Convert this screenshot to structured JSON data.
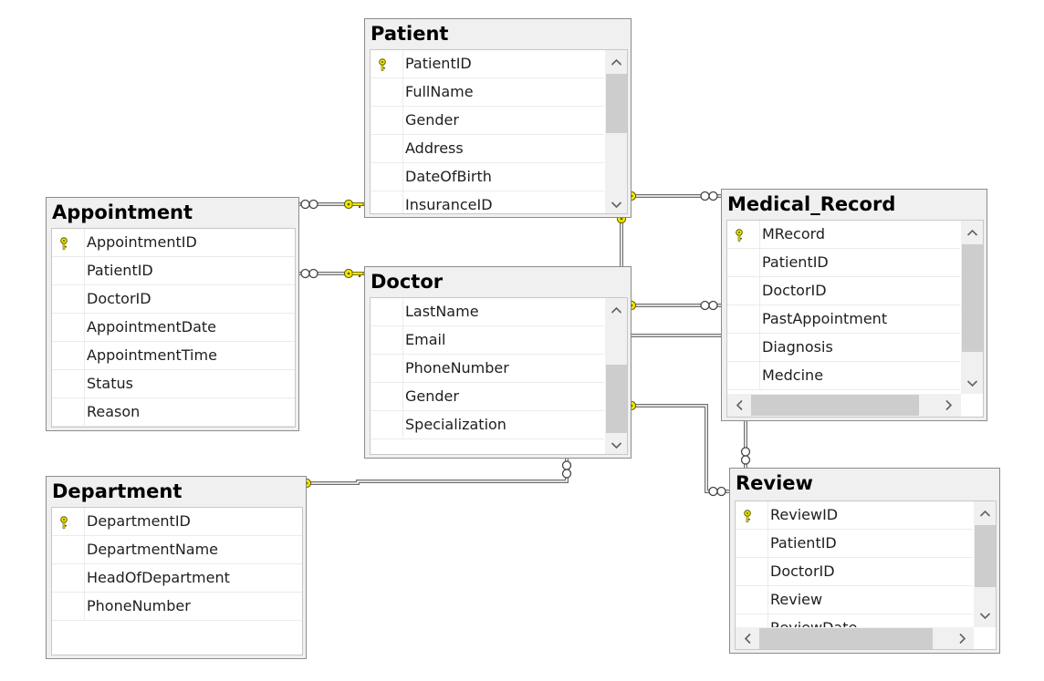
{
  "tables": {
    "patient": {
      "title": "Patient",
      "columns": [
        {
          "name": "PatientID",
          "pk": true
        },
        {
          "name": "FullName"
        },
        {
          "name": "Gender"
        },
        {
          "name": "Address"
        },
        {
          "name": "DateOfBirth"
        },
        {
          "name": "InsuranceID"
        }
      ]
    },
    "appointment": {
      "title": "Appointment",
      "columns": [
        {
          "name": "AppointmentID",
          "pk": true
        },
        {
          "name": "PatientID"
        },
        {
          "name": "DoctorID"
        },
        {
          "name": "AppointmentDate"
        },
        {
          "name": "AppointmentTime"
        },
        {
          "name": "Status"
        },
        {
          "name": "Reason"
        }
      ]
    },
    "doctor": {
      "title": "Doctor",
      "columns": [
        {
          "name": "LastName"
        },
        {
          "name": "Email"
        },
        {
          "name": "PhoneNumber"
        },
        {
          "name": "Gender"
        },
        {
          "name": "Specialization"
        }
      ]
    },
    "medical_record": {
      "title": "Medical_Record",
      "columns": [
        {
          "name": "MRecord",
          "pk": true
        },
        {
          "name": "PatientID"
        },
        {
          "name": "DoctorID"
        },
        {
          "name": "PastAppointment"
        },
        {
          "name": "Diagnosis"
        },
        {
          "name": "Medcine"
        }
      ]
    },
    "department": {
      "title": "Department",
      "columns": [
        {
          "name": "DepartmentID",
          "pk": true
        },
        {
          "name": "DepartmentName"
        },
        {
          "name": "HeadOfDepartment"
        },
        {
          "name": "PhoneNumber"
        }
      ]
    },
    "review": {
      "title": "Review",
      "columns": [
        {
          "name": "ReviewID",
          "pk": true
        },
        {
          "name": "PatientID"
        },
        {
          "name": "DoctorID"
        },
        {
          "name": "Review"
        },
        {
          "name": "ReviewDate"
        }
      ]
    }
  },
  "relationships": [
    {
      "from": "appointment",
      "to": "patient",
      "many_end": "appointment",
      "one_end": "patient"
    },
    {
      "from": "appointment",
      "to": "doctor",
      "many_end": "appointment",
      "one_end": "doctor"
    },
    {
      "from": "medical_record",
      "to": "patient",
      "many_end": "medical_record",
      "one_end": "patient"
    },
    {
      "from": "medical_record",
      "to": "doctor",
      "many_end": "medical_record",
      "one_end": "doctor"
    },
    {
      "from": "doctor",
      "to": "patient",
      "many_end": "doctor",
      "one_end": "patient"
    },
    {
      "from": "doctor",
      "to": "department",
      "many_end": "doctor",
      "one_end": "department"
    },
    {
      "from": "review",
      "to": "doctor",
      "many_end": "review",
      "one_end": "doctor"
    },
    {
      "from": "review",
      "to": "medical_record",
      "many_end": "review",
      "one_end": "medical_record"
    }
  ],
  "colors": {
    "key": "#f2e600",
    "key_outline": "#5a5a00",
    "line": "#6e6e6e",
    "header": "#f0f0f0"
  }
}
